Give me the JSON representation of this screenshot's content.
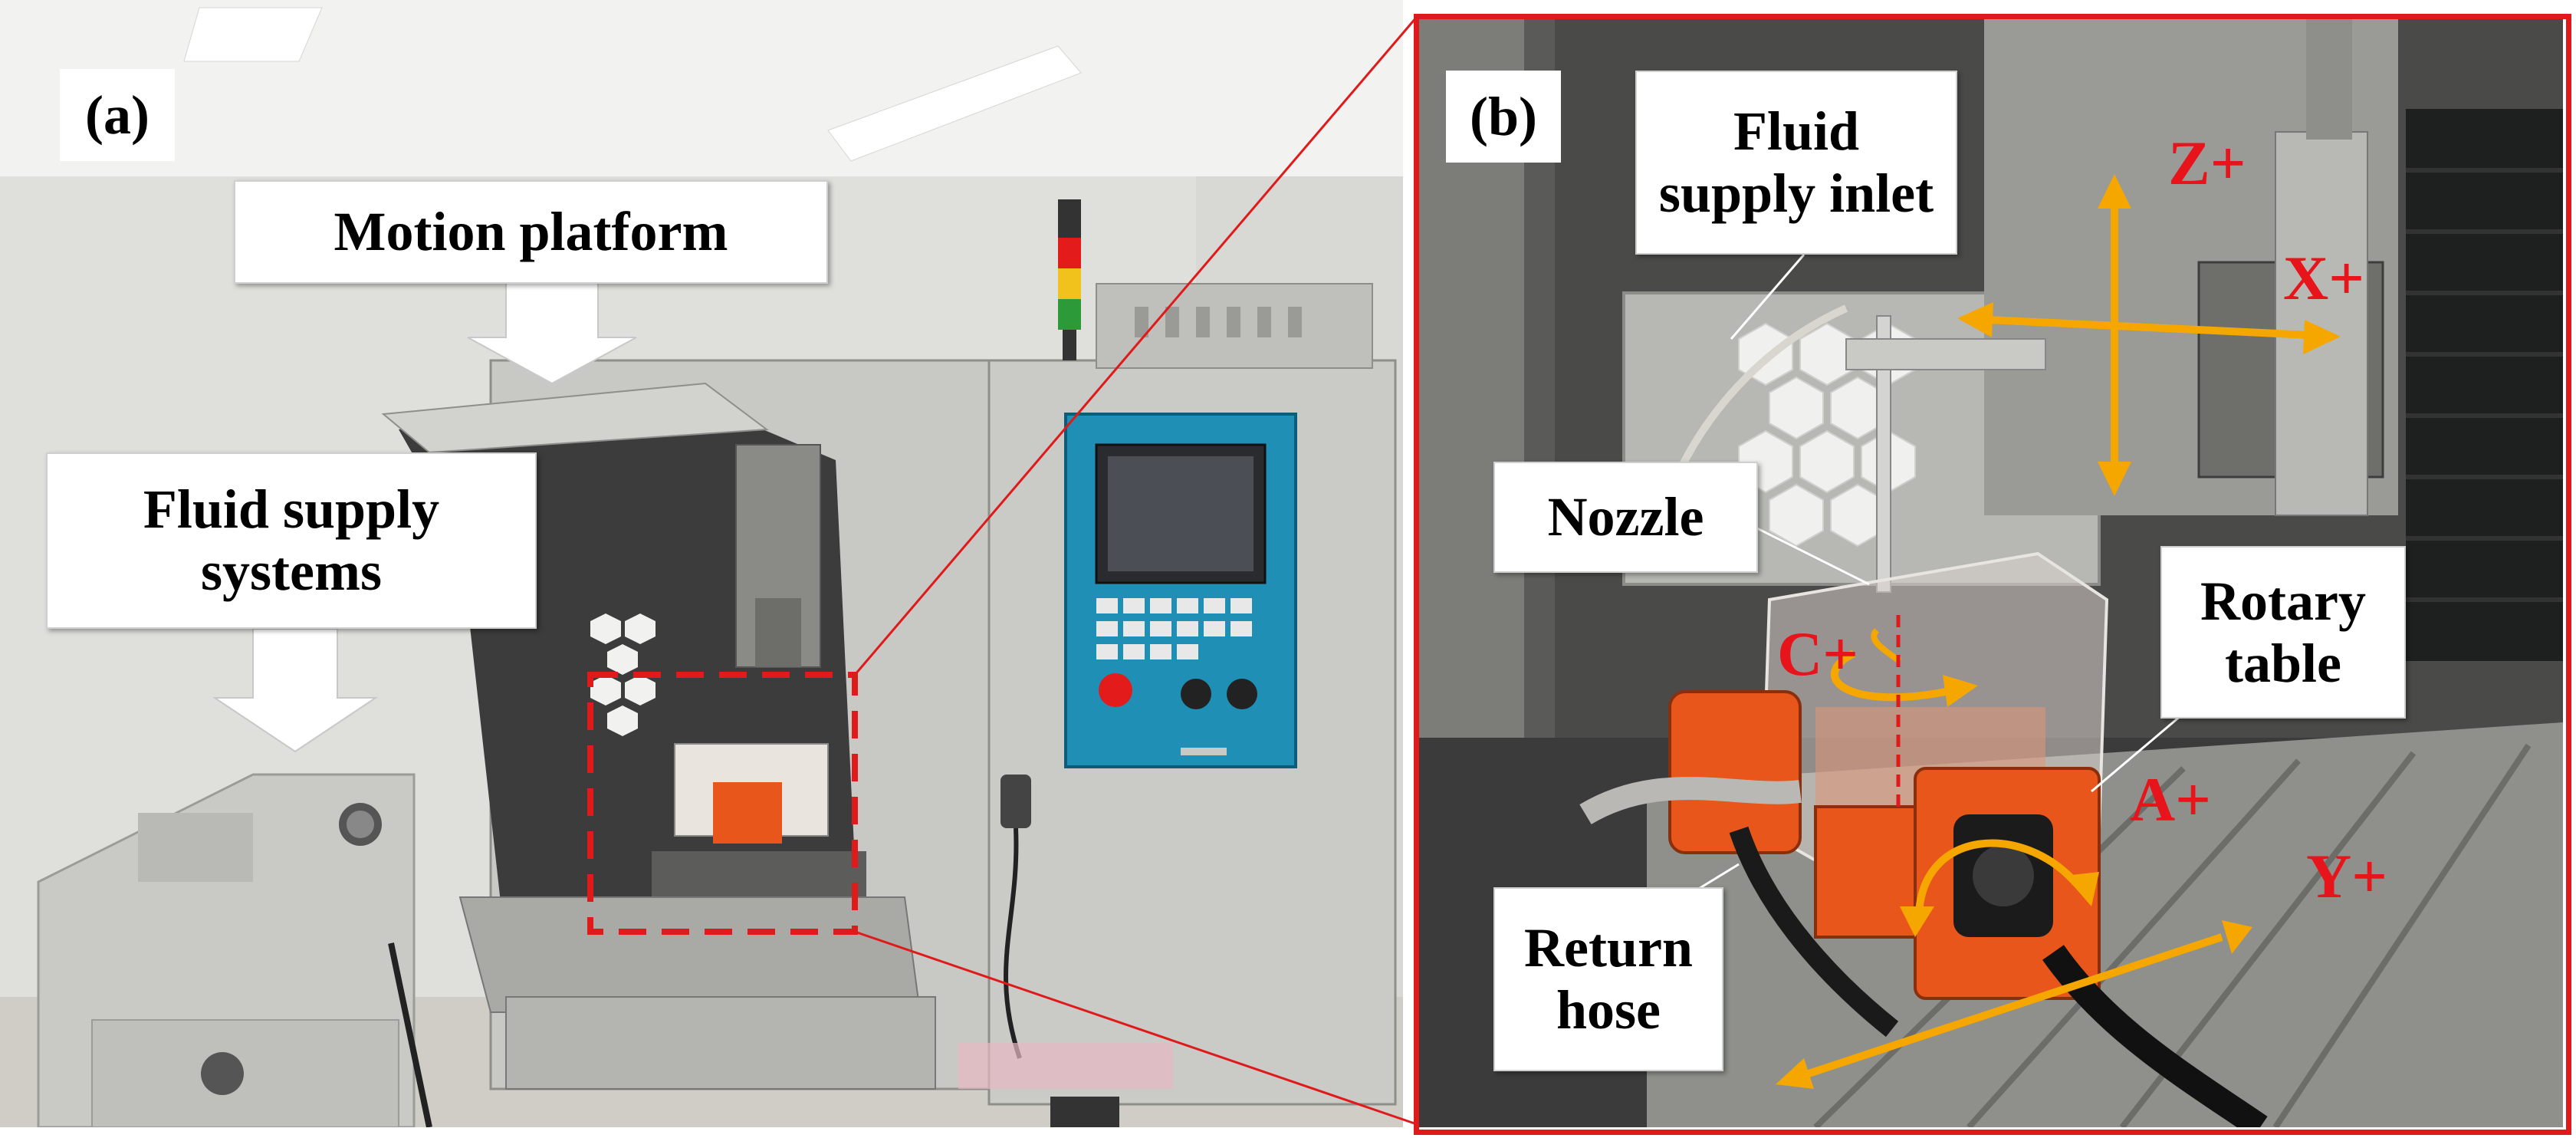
{
  "panel_a": {
    "tag": "(a)",
    "labels": {
      "motion_platform": "Motion platform",
      "fluid_supply": "Fluid supply\nsystems"
    }
  },
  "panel_b": {
    "tag": "(b)",
    "labels": {
      "fluid_inlet": "Fluid\nsupply inlet",
      "nozzle": "Nozzle",
      "rotary_table": "Rotary\ntable",
      "return_hose": "Return\nhose"
    },
    "axes": {
      "z": "Z+",
      "x": "X+",
      "c": "C+",
      "a": "A+",
      "y": "Y+"
    }
  },
  "colors": {
    "highlight_red": "#e01a1a",
    "axis_arrow": "#f5a700",
    "machine_grey": "#c8c9c4",
    "control_blue": "#1f8fb6",
    "rotary_orange": "#e9561b"
  }
}
